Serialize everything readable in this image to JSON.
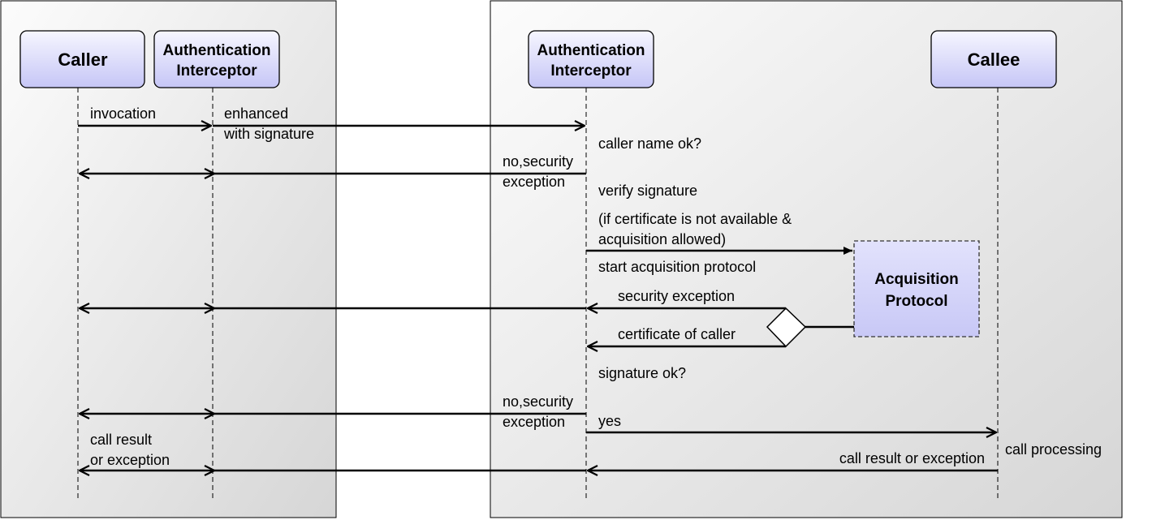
{
  "participants": {
    "caller": "Caller",
    "auth_left": [
      "Authentication",
      "Interceptor"
    ],
    "auth_right": [
      "Authentication",
      "Interceptor"
    ],
    "callee": "Callee"
  },
  "acquisition_box": [
    "Acquisition",
    "Protocol"
  ],
  "messages": {
    "invocation": "invocation",
    "enhanced": [
      "enhanced",
      "with signature"
    ],
    "caller_name_ok": "caller name ok?",
    "no_security_1": [
      "no,security",
      "exception"
    ],
    "verify_signature": "verify signature",
    "if_certificate": [
      "(if certificate is not available &",
      "acquisition allowed)"
    ],
    "start_acquisition": "start acquisition protocol",
    "security_exception": "security exception",
    "certificate_of_caller": "certificate of caller",
    "signature_ok": "signature ok?",
    "no_security_2": [
      "no,security",
      "exception"
    ],
    "yes": "yes",
    "call_processing": "call processing",
    "call_result_right": "call result or exception",
    "call_result_left": [
      "call result",
      "or exception"
    ]
  },
  "colors": {
    "panel_light": "#fbfbfb",
    "panel_dark": "#dadada",
    "header_light": "#f3f3ff",
    "header_dark": "#c4c4f6",
    "acq_fill": "#d2d2fa",
    "line": "#000000"
  }
}
